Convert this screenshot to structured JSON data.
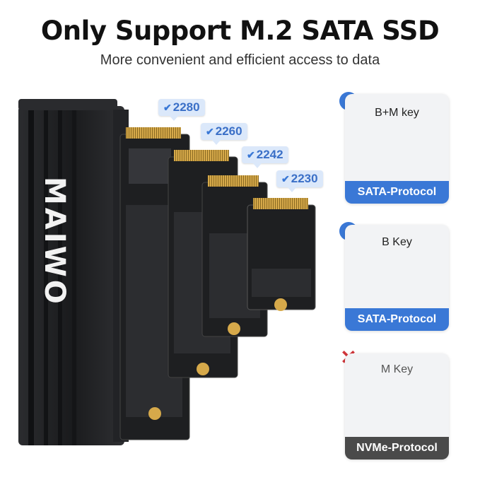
{
  "header": {
    "title": "Only Support M.2 SATA SSD",
    "subtitle": "More convenient and efficient access to data"
  },
  "product": {
    "brand_logo": "MAIWO",
    "enclosure_color": "#1c1d1f"
  },
  "ssd_sizes": [
    {
      "label": "2280",
      "icon": "check-icon"
    },
    {
      "label": "2260",
      "icon": "check-icon"
    },
    {
      "label": "2242",
      "icon": "check-icon"
    },
    {
      "label": "2230",
      "icon": "check-icon"
    }
  ],
  "key_types": [
    {
      "title": "B+M key",
      "protocol": "SATA-Protocol",
      "supported": true,
      "status_icon": "check-circle-icon",
      "banner_color": "#3a78d6"
    },
    {
      "title": "B Key",
      "protocol": "SATA-Protocol",
      "supported": true,
      "status_icon": "check-circle-icon",
      "banner_color": "#3a78d6"
    },
    {
      "title": "M Key",
      "protocol": "NVMe-Protocol",
      "supported": false,
      "status_icon": "cross-icon",
      "banner_color": "#4a4a4a"
    }
  ],
  "colors": {
    "accent_blue": "#3a78d6",
    "badge_bg": "#dbe8fa",
    "reject_red": "#d0353a",
    "pcb": "#1e1f21",
    "gold_contacts": "#d6a94a"
  }
}
